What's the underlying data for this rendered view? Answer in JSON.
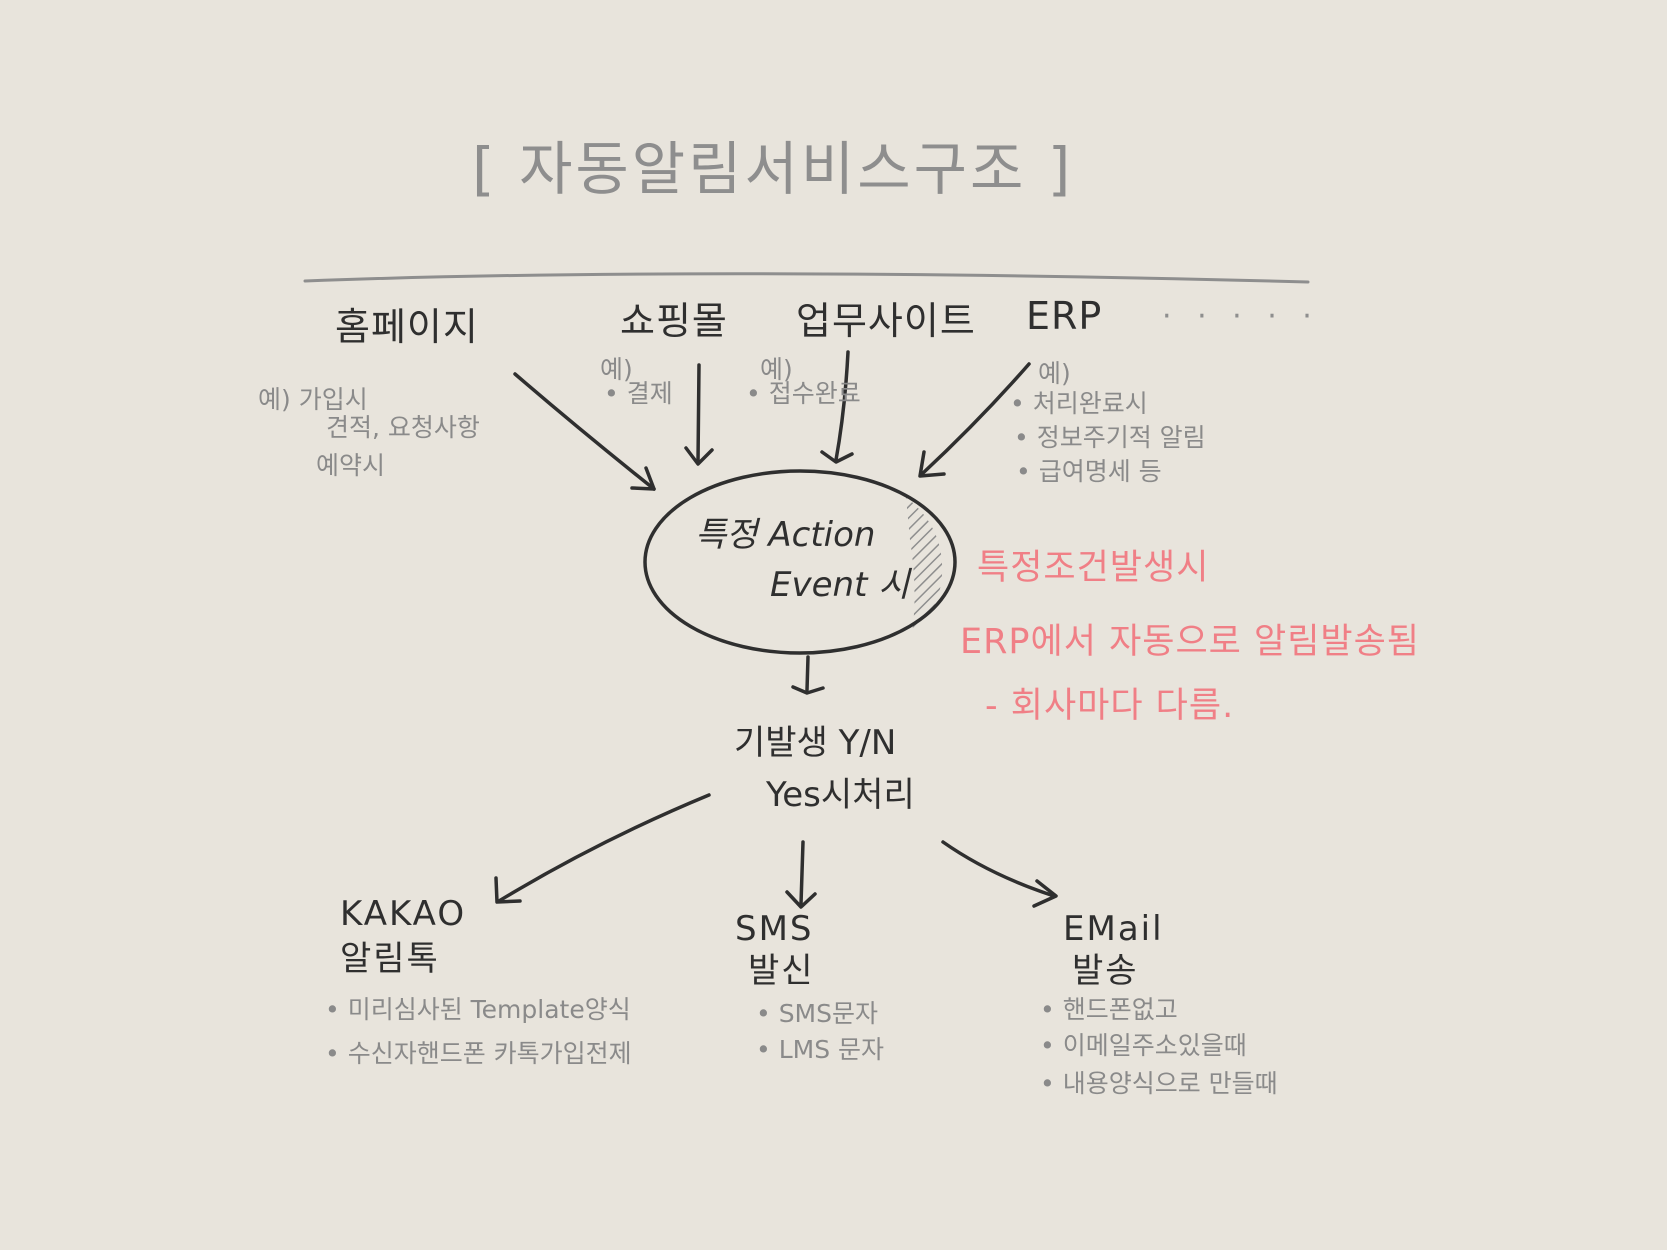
{
  "title": "[ 자동알림서비스구조 ]",
  "sources": {
    "homepage": {
      "label": "홈페이지",
      "notes": [
        "예) 가입시",
        "견적, 요청사항",
        "예약시"
      ]
    },
    "shop": {
      "label": "쇼핑몰",
      "notes": [
        "예)",
        "• 결제"
      ]
    },
    "business": {
      "label": "업무사이트",
      "notes": [
        "예)",
        "• 접수완료"
      ]
    },
    "erp": {
      "label": "ERP",
      "notes": [
        "예)",
        "• 처리완료시",
        "• 정보주기적 알림",
        "• 급여명세 등"
      ]
    },
    "more": "· · · · ·"
  },
  "center": {
    "line1": "특정 Action",
    "line2": "Event 시"
  },
  "red_note": {
    "line1": "특정조건발생시",
    "line2": "ERP에서 자동으로 알림발송됨",
    "line3": "- 회사마다 다름."
  },
  "decision": {
    "line1": "기발생 Y/N",
    "line2": "Yes시처리"
  },
  "outputs": {
    "kakao": {
      "line1": "KAKAO",
      "line2": "알림톡",
      "notes": [
        "• 미리심사된 Template양식",
        "• 수신자핸드폰 카톡가입전제"
      ]
    },
    "sms": {
      "line1": "SMS",
      "line2": "발신",
      "notes": [
        "• SMS문자",
        "• LMS 문자"
      ]
    },
    "email": {
      "line1": "EMail",
      "line2": "발송",
      "notes": [
        "• 핸드폰없고",
        "• 이메일주소있을때",
        "• 내용양식으로 만들때"
      ]
    }
  },
  "colors": {
    "background": "#e8e4dc",
    "ink": "#2f2f2f",
    "gray": "#8e8e8e",
    "red": "#f07f86"
  }
}
